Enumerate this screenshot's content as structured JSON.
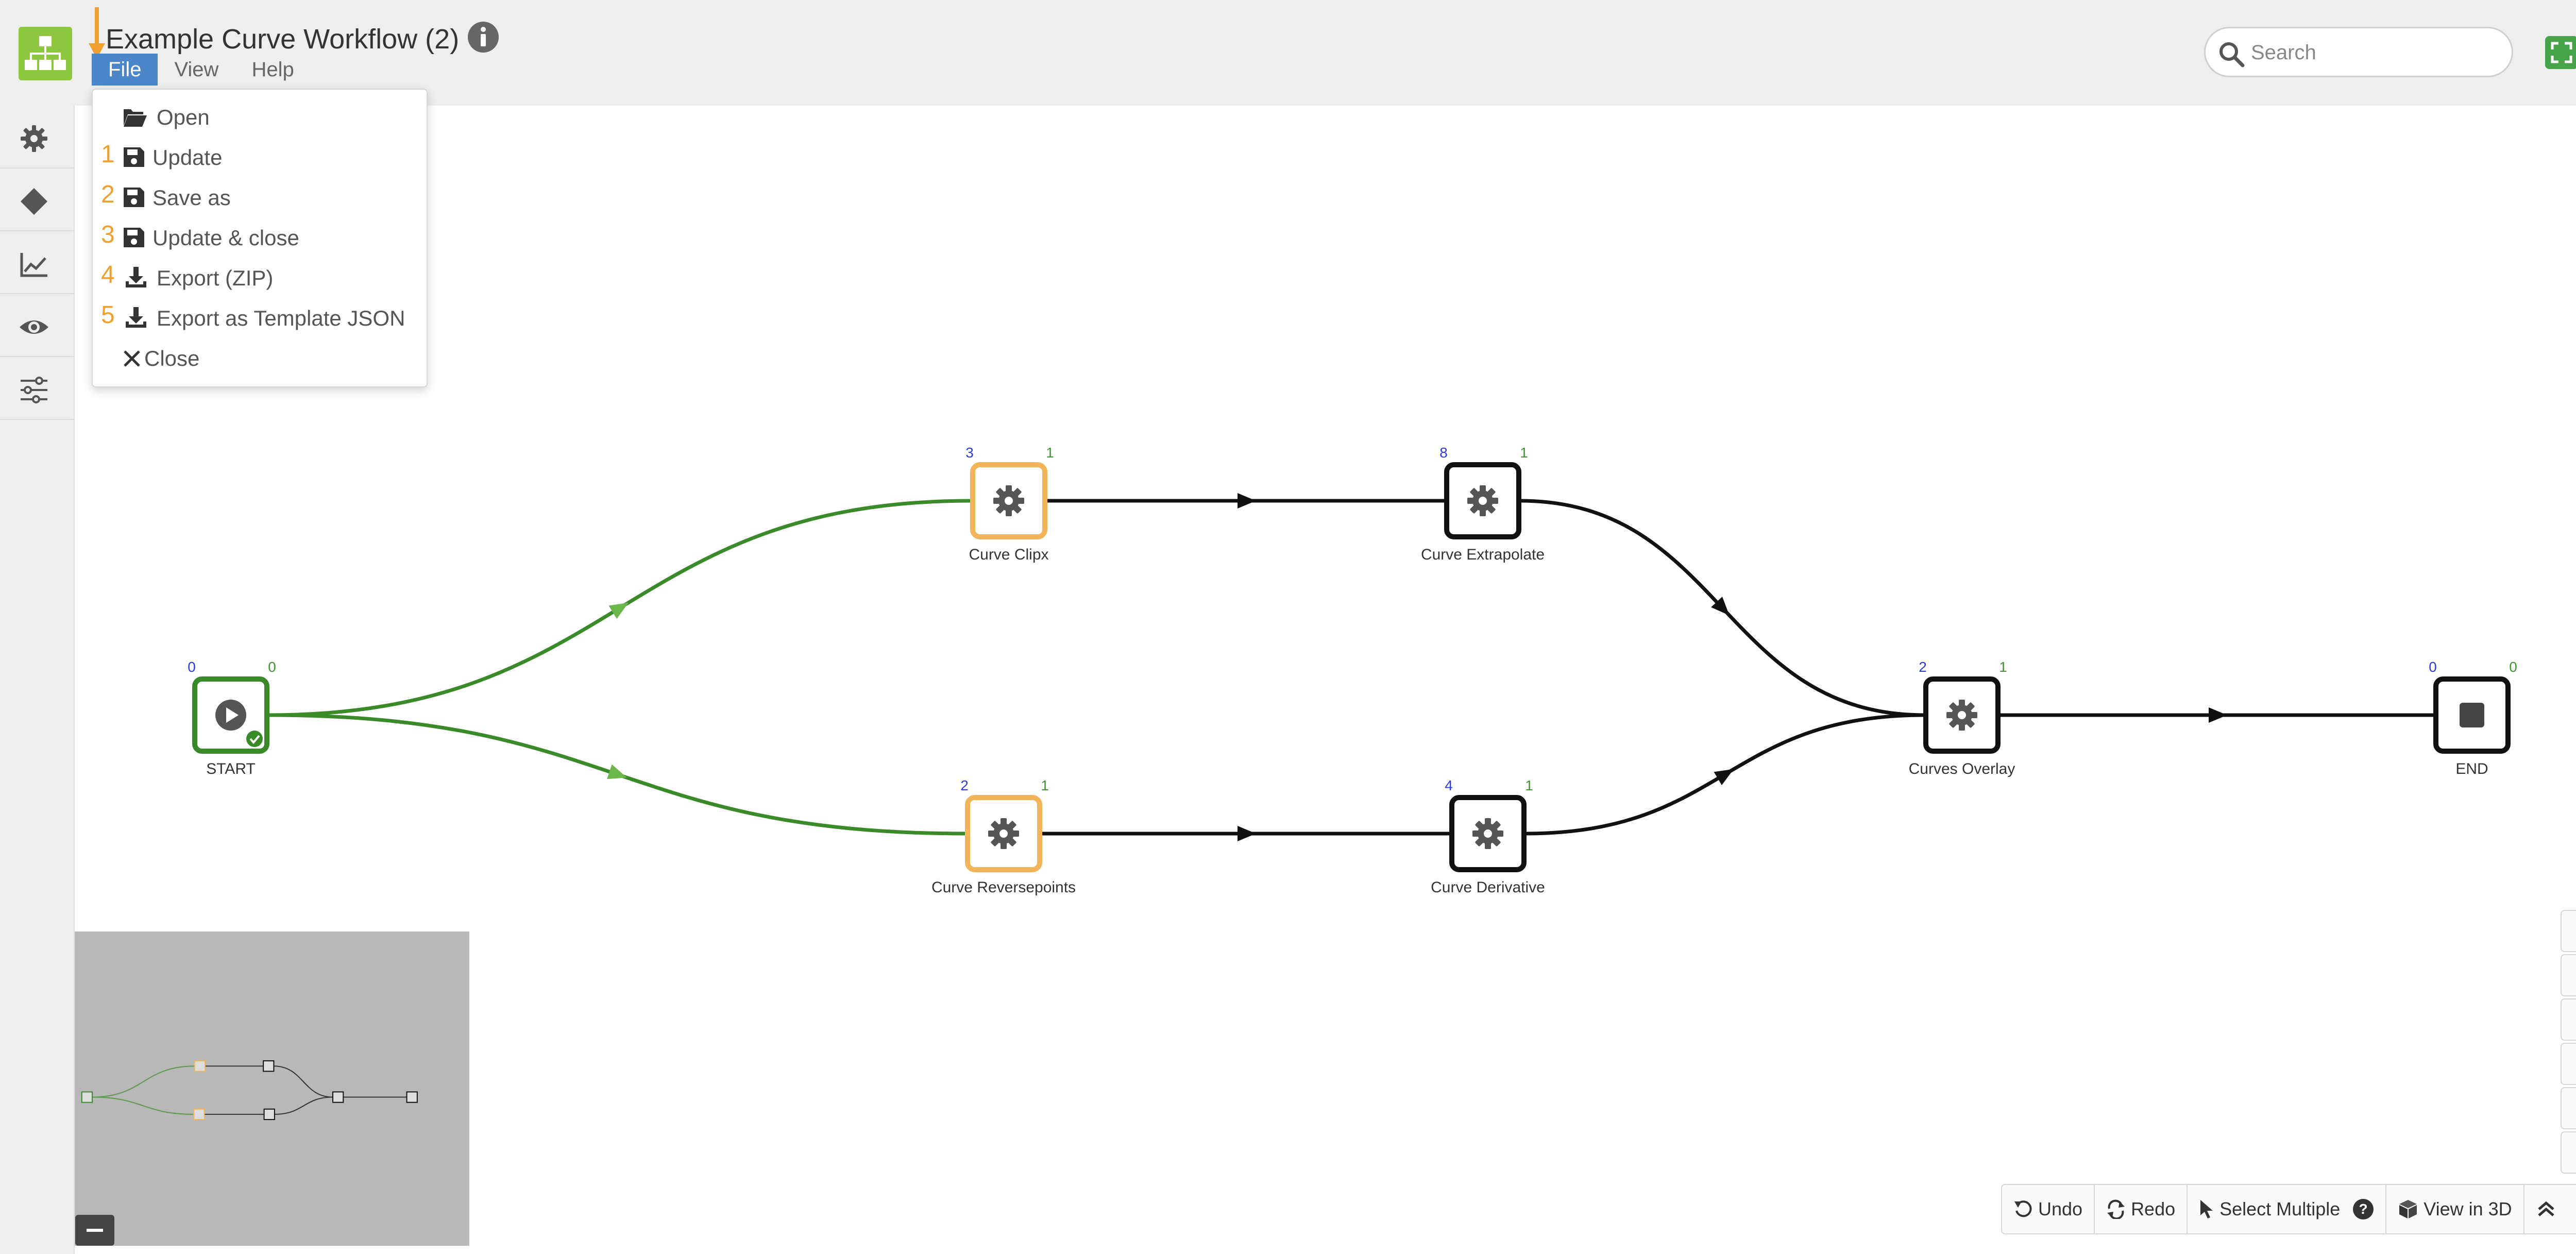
{
  "header": {
    "title": "Example Curve Workflow (2)",
    "menus": [
      "File",
      "View",
      "Help"
    ],
    "search_placeholder": "Search"
  },
  "file_menu": {
    "items": [
      {
        "num": "",
        "label": "Open",
        "icon": "folder-open-icon"
      },
      {
        "num": "1",
        "label": "Update",
        "icon": "floppy-disk-icon"
      },
      {
        "num": "2",
        "label": "Save as",
        "icon": "floppy-disk-icon"
      },
      {
        "num": "3",
        "label": "Update & close",
        "icon": "floppy-disk-icon"
      },
      {
        "num": "4",
        "label": "Export (ZIP)",
        "icon": "download-icon"
      },
      {
        "num": "5",
        "label": "Export as Template JSON",
        "icon": "download-icon"
      },
      {
        "num": "",
        "label": "Close",
        "icon": "close-icon"
      }
    ]
  },
  "sidebar": {
    "items": [
      "gear-icon",
      "diamond-icon",
      "line-chart-icon",
      "eye-icon",
      "sliders-icon"
    ]
  },
  "workflow": {
    "nodes": [
      {
        "id": "start",
        "label": "START",
        "in": "0",
        "out": "0",
        "kind": "start",
        "status": "done",
        "color": "#3a8a2a"
      },
      {
        "id": "clipx",
        "label": "Curve Clipx",
        "in": "3",
        "out": "1",
        "kind": "task",
        "color": "#f2b45a"
      },
      {
        "id": "reverse",
        "label": "Curve Reversepoints",
        "in": "2",
        "out": "1",
        "kind": "task",
        "color": "#f2b45a"
      },
      {
        "id": "extrap",
        "label": "Curve Extrapolate",
        "in": "8",
        "out": "1",
        "kind": "task",
        "color": "#111111"
      },
      {
        "id": "deriv",
        "label": "Curve Derivative",
        "in": "4",
        "out": "1",
        "kind": "task",
        "color": "#111111"
      },
      {
        "id": "overlay",
        "label": "Curves Overlay",
        "in": "2",
        "out": "1",
        "kind": "task",
        "color": "#111111"
      },
      {
        "id": "end",
        "label": "END",
        "in": "0",
        "out": "0",
        "kind": "end",
        "color": "#111111"
      }
    ],
    "edges": [
      {
        "from": "start",
        "to": "clipx",
        "color": "#3a8a2a"
      },
      {
        "from": "start",
        "to": "reverse",
        "color": "#3a8a2a"
      },
      {
        "from": "clipx",
        "to": "extrap",
        "color": "#111111"
      },
      {
        "from": "reverse",
        "to": "deriv",
        "color": "#111111"
      },
      {
        "from": "extrap",
        "to": "overlay",
        "color": "#111111"
      },
      {
        "from": "deriv",
        "to": "overlay",
        "color": "#111111"
      },
      {
        "from": "overlay",
        "to": "end",
        "color": "#111111"
      }
    ]
  },
  "right_toolbar": {
    "items": [
      "stop-icon",
      "home-icon",
      "pin-icon",
      "clipboard-icon",
      "keyboard-icon",
      "chat-icon"
    ]
  },
  "bottom_toolbar": {
    "undo": "Undo",
    "redo": "Redo",
    "select_multiple": "Select Multiple",
    "view_3d": "View in 3D"
  },
  "colors": {
    "accent": "#4a86c8",
    "brand": "#8dc63f",
    "done_edge": "#3a8a2a",
    "pending_node": "#f2b45a",
    "fullscreen": "#48a44a",
    "close": "#d9302e"
  }
}
